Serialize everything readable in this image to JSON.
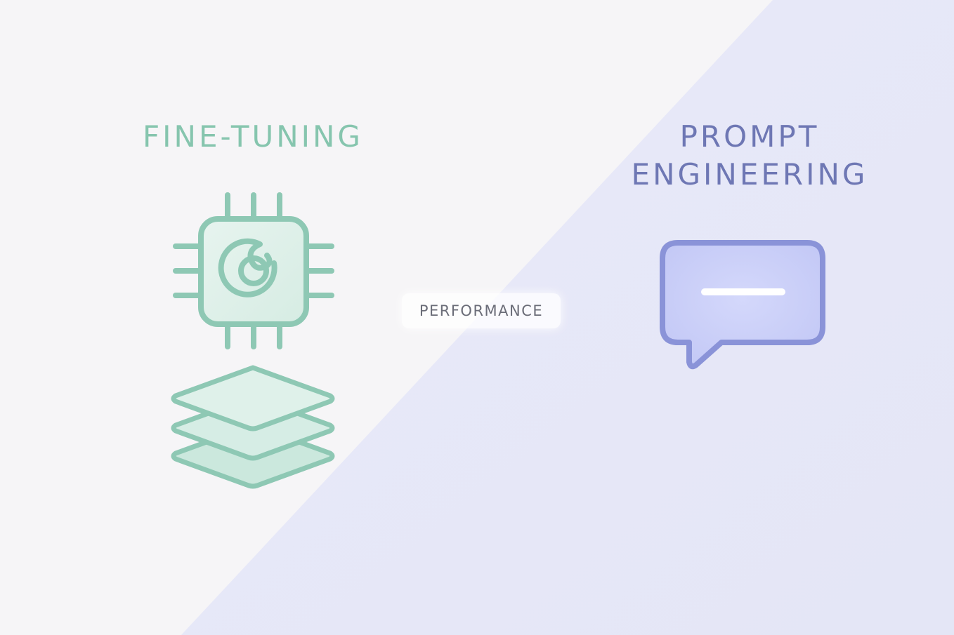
{
  "left_title": "FINE-TUNING",
  "right_title_line1": "PROMPT",
  "right_title_line2": "ENGINEERING",
  "connector_label": "PERFORMANCE",
  "colors": {
    "left_background": "#f6f5f7",
    "right_background": "#e6e7f7",
    "fine_tuning_accent": "#8ec8b4",
    "prompt_engineering_accent": "#8a93d8",
    "label_text": "#6b6d78"
  },
  "icons": {
    "left_top": "chip-icon",
    "left_bottom": "layers-icon",
    "right": "chat-bubble-icon"
  }
}
